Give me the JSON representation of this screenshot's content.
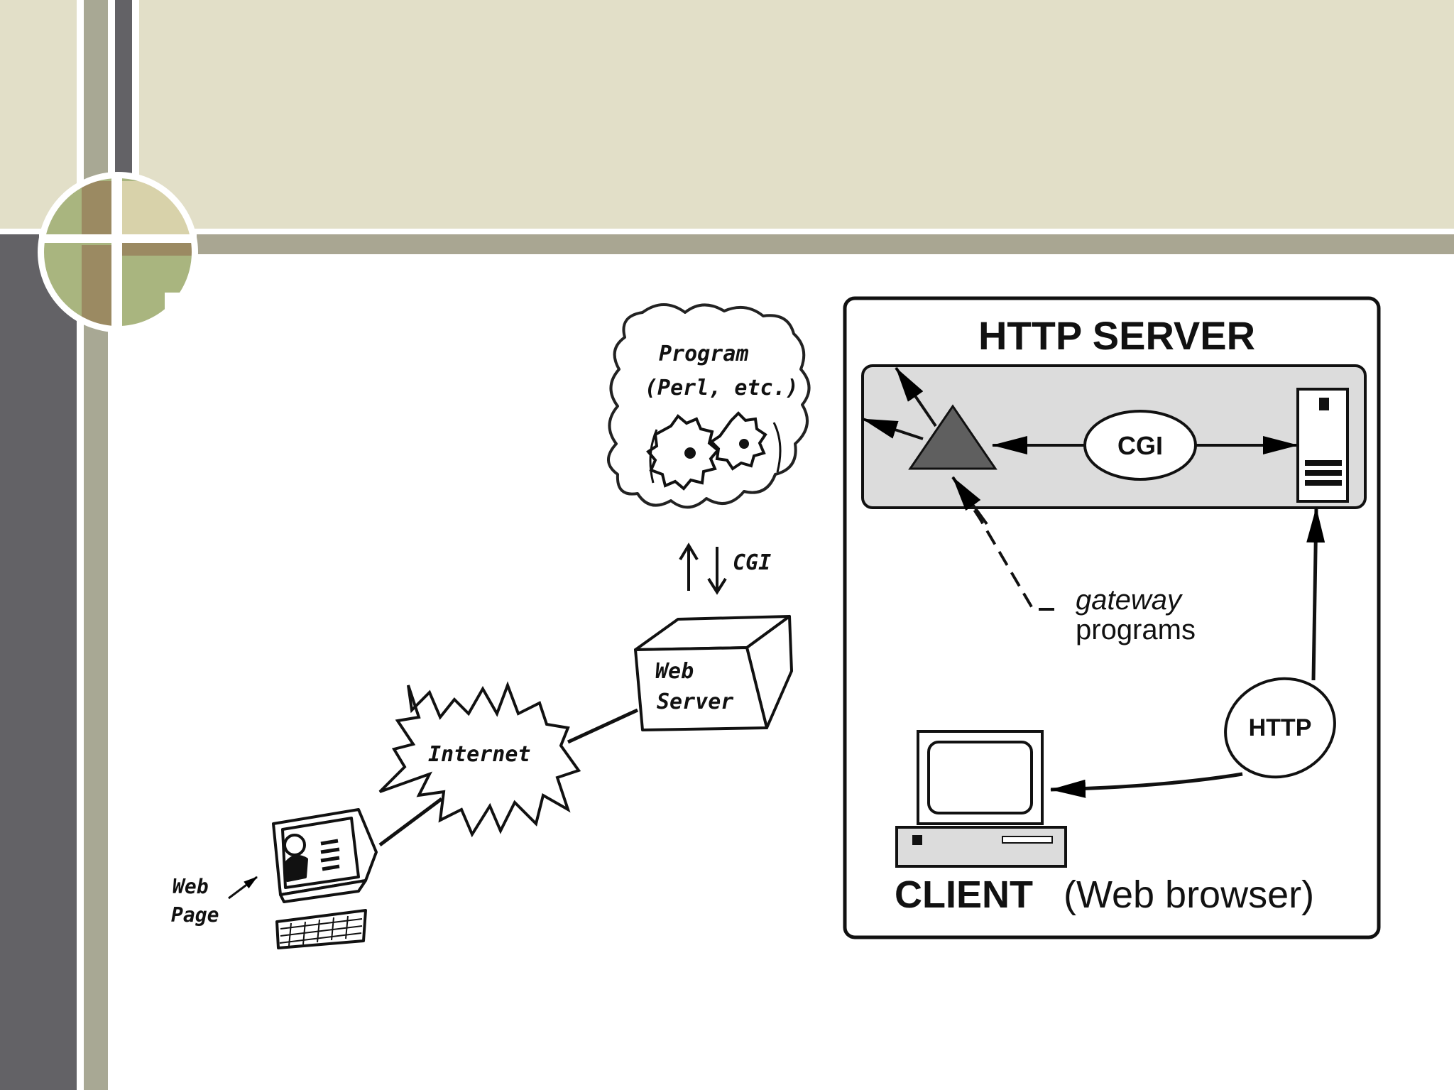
{
  "left_diagram": {
    "program_label": "Program",
    "program_sub": "(Perl, etc.)",
    "cgi_label": "CGI",
    "web_server_line1": "Web",
    "web_server_line2": "Server",
    "internet_label": "Internet",
    "web_page_line1": "Web",
    "web_page_line2": "Page"
  },
  "right_diagram": {
    "title": "HTTP SERVER",
    "cgi_label": "CGI",
    "gateway_label": "gateway",
    "programs_label": "programs",
    "http_label": "HTTP",
    "client_label": "CLIENT",
    "client_sub": "(Web browser)"
  },
  "colors": {
    "header_band": "#e2dfc8",
    "stripe": "#a9a692",
    "sidebar_dark": "#636266",
    "server_panel": "#dcdcdc"
  }
}
